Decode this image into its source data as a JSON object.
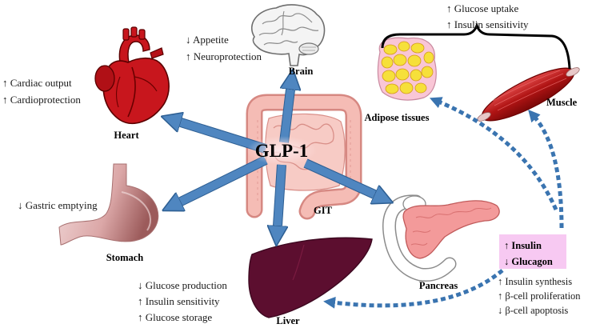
{
  "center": {
    "label": "GLP-1",
    "git_label": "GIT"
  },
  "brain": {
    "label": "Brain",
    "effects": [
      "↓ Appetite",
      "↑ Neuroprotection"
    ]
  },
  "heart": {
    "label": "Heart",
    "effects": [
      "↑ Cardiac output",
      "↑ Cardioprotection"
    ]
  },
  "stomach": {
    "label": "Stomach",
    "effects": [
      "↓ Gastric emptying"
    ]
  },
  "liver": {
    "label": "Liver",
    "effects": [
      "↓ Glucose production",
      "↑ Insulin sensitivity",
      "↑ Glucose storage"
    ]
  },
  "pancreas": {
    "label": "Pancreas",
    "hormones": [
      "↑ Insulin",
      "↓ Glucagon"
    ],
    "effects": [
      "↑ Insulin synthesis",
      "↑ β-cell proliferation",
      "↓ β-cell apoptosis"
    ]
  },
  "peripheral": {
    "effects": [
      "↑ Glucose uptake",
      "↑ Insulin sensitivity"
    ],
    "adipose_label": "Adipose tissues",
    "muscle_label": "Muscle"
  },
  "colors": {
    "arrow": "#4f86c0",
    "dashed_arrow": "#3a74b0",
    "hormone_box": "#f7c9f2",
    "liver": "#5c0e2f",
    "heart": "#c8161d"
  },
  "icons": [
    "brain-icon",
    "heart-icon",
    "intestine-icon",
    "stomach-icon",
    "liver-icon",
    "pancreas-icon",
    "adipose-tissue-icon",
    "muscle-icon"
  ]
}
